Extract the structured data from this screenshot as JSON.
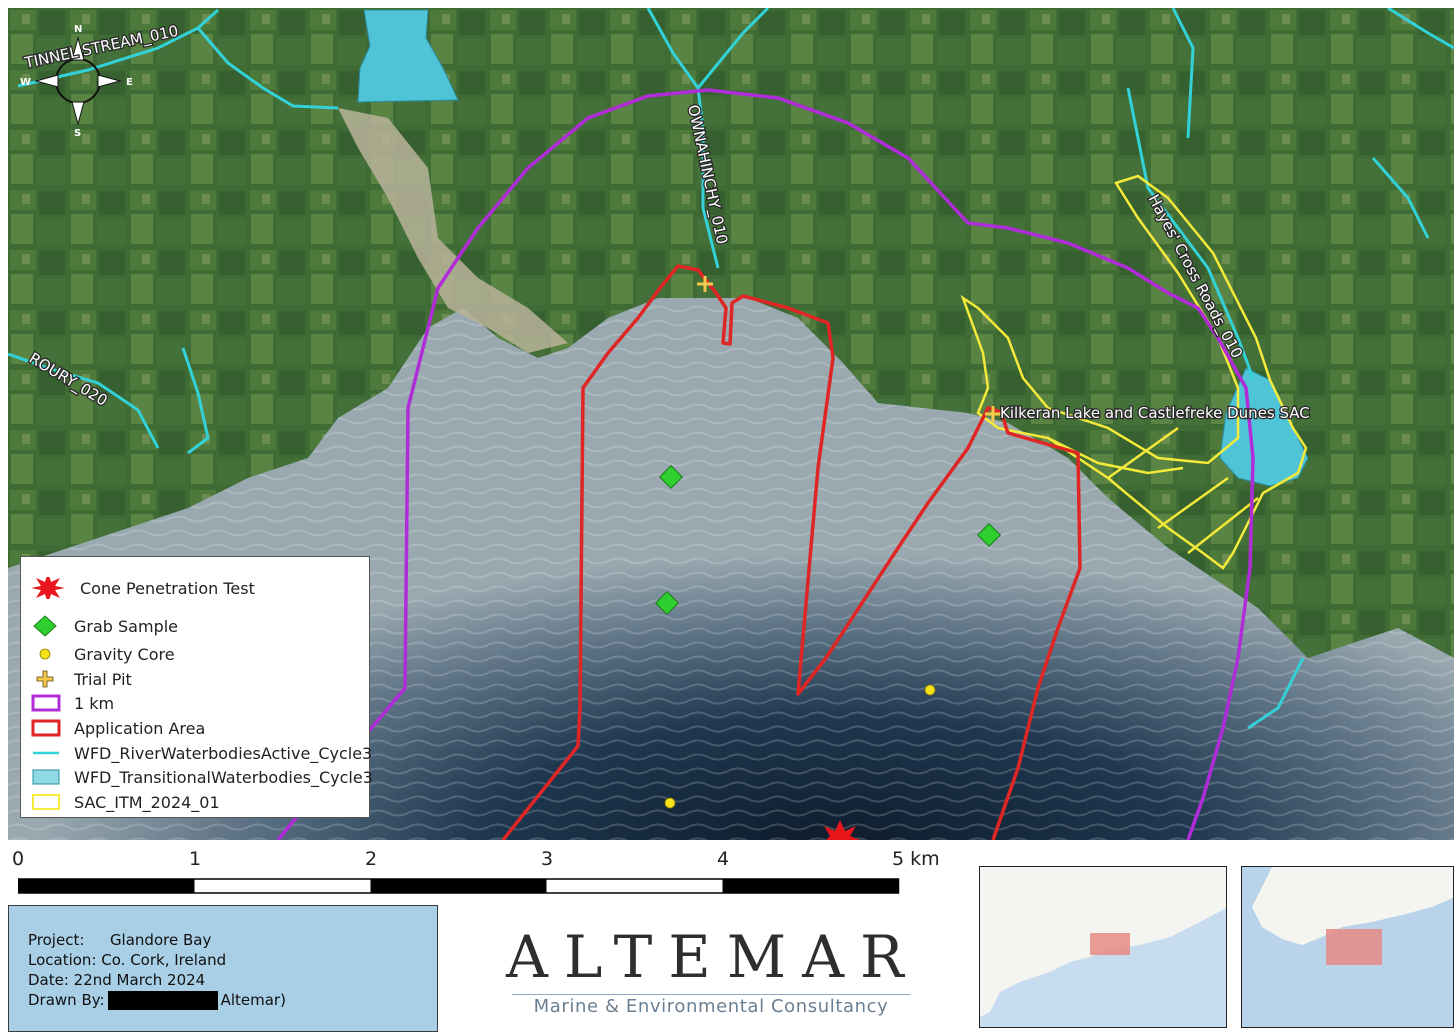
{
  "map": {
    "labels": {
      "tinnel": "TINNEL STREAM_010",
      "ownahinchy": "OWNAHINCHY_010",
      "hayes": "Hayes' Cross Roads_010",
      "roury": "ROURY_020",
      "kilkeran": "Kilkeran Lake and Castlefreke Dunes SAC"
    },
    "north_arrow": {
      "n": "N",
      "s": "S",
      "e": "E",
      "w": "W"
    },
    "colors": {
      "buffer_1km": "#b12cd9",
      "application_area": "#e02525",
      "river": "#33d1d8",
      "transitional": "#4fc4d6",
      "sac": "#f4ea3a",
      "grab_sample": "#2ecf2e",
      "gravity_core": "#f5e21a",
      "cpt": "#e8151a",
      "trial_pit": "#f2c94c"
    }
  },
  "legend": {
    "items": [
      {
        "symbol": "cpt-star-icon",
        "label": "Cone Penetration Test"
      },
      {
        "symbol": "green-diamond-icon",
        "label": "Grab Sample"
      },
      {
        "symbol": "yellow-dot-icon",
        "label": "Gravity Core"
      },
      {
        "symbol": "trial-pit-cross-icon",
        "label": "Trial Pit"
      },
      {
        "symbol": "purple-box-icon",
        "label": "1 km"
      },
      {
        "symbol": "red-box-icon",
        "label": "Application Area"
      },
      {
        "symbol": "cyan-line-icon",
        "label": "WFD_RiverWaterbodiesActive_Cycle3"
      },
      {
        "symbol": "cyan-fill-icon",
        "label": "WFD_TransitionalWaterbodies_Cycle3"
      },
      {
        "symbol": "yellow-box-icon",
        "label": "SAC_ITM_2024_01"
      }
    ]
  },
  "scalebar": {
    "ticks": [
      "0",
      "1",
      "2",
      "3",
      "4",
      "5 km"
    ]
  },
  "info": {
    "project_label": "Project:",
    "project_value": "Glandore Bay",
    "location": "Location: Co. Cork, Ireland",
    "date": "Date: 22nd March 2024",
    "drawn_label": "Drawn By:",
    "drawn_suffix": "Altemar)"
  },
  "logo": {
    "title": "ALTEMAR",
    "subtitle": "Marine & Environmental Consultancy"
  }
}
